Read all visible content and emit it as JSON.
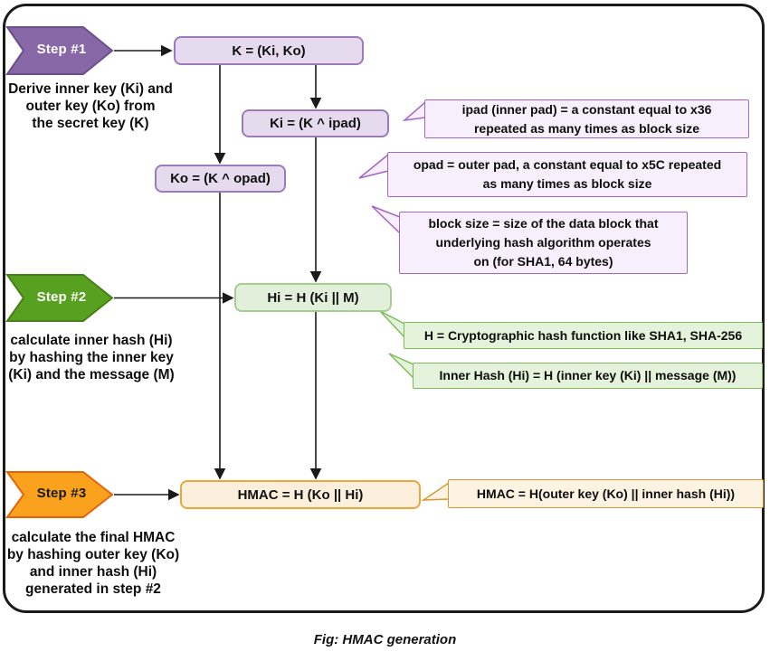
{
  "figure": {
    "caption": "Fig: HMAC generation"
  },
  "steps": [
    {
      "label": "Step #1",
      "description": "Derive inner key (Ki) and\nouter key (Ko) from\nthe secret key (K)",
      "color": "#8767A5"
    },
    {
      "label": "Step #2",
      "description": "calculate inner hash (Hi)\nby hashing the inner key\n(Ki) and the message (M)",
      "color": "#58A120"
    },
    {
      "label": "Step #3",
      "description": "calculate the final HMAC\nby hashing outer key (Ko)\nand inner hash (Hi)\ngenerated in step #2",
      "color": "#FAA21E"
    }
  ],
  "nodes": [
    {
      "id": "k",
      "label": "K = (Ki, Ko)"
    },
    {
      "id": "ki",
      "label": "Ki = (K ^ ipad)"
    },
    {
      "id": "ko",
      "label": "Ko = (K ^ opad)"
    },
    {
      "id": "hi",
      "label": "Hi = H (Ki || M)"
    },
    {
      "id": "hmac",
      "label": "HMAC = H (Ko || Hi)"
    }
  ],
  "callouts": [
    {
      "id": "ipad",
      "text": "ipad (inner pad) = a constant equal to x36\nrepeated as many times as block size"
    },
    {
      "id": "opad",
      "text": "opad = outer pad, a constant equal to x5C repeated\nas many times as block size"
    },
    {
      "id": "block-size",
      "text": "block size = size of the data block that\nunderlying hash algorithm operates\non (for SHA1, 64 bytes)"
    },
    {
      "id": "hash-fn",
      "text": "H = Cryptographic hash function like SHA1, SHA-256"
    },
    {
      "id": "inner-hash",
      "text": "Inner Hash (Hi) = H (inner key (Ki) || message (M))"
    },
    {
      "id": "hmac-def",
      "text": "HMAC = H(outer key (Ko) || inner hash (Hi))"
    }
  ],
  "colors": {
    "purple_node_bg": "#E5DAEE",
    "purple_node_border": "#9B7CB9",
    "green_node_bg": "#E2EFDA",
    "green_node_border": "#A5CF8D",
    "orange_node_bg": "#FCEFDC",
    "orange_node_border": "#F0A43C",
    "purple_callout_bg": "#F7EFFB",
    "purple_callout_border": "#A466C6",
    "green_callout_bg": "#E5F3DC",
    "green_callout_border": "#7EBB59",
    "orange_callout_bg": "#FDF3E3",
    "orange_callout_border": "#D49A33",
    "arrow": "#1a1a1a",
    "frame_border": "#1b1b1b"
  }
}
